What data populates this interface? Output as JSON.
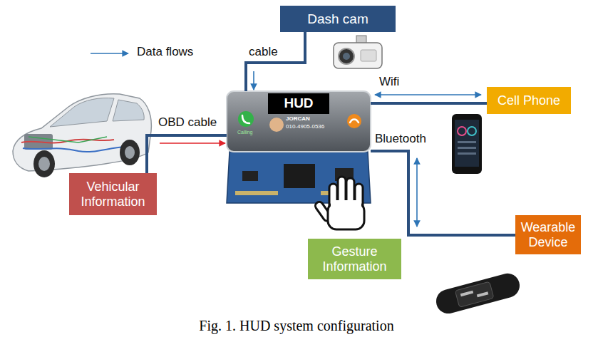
{
  "diagram": {
    "caption": "Fig. 1. HUD system configuration",
    "nodes": [
      {
        "text": [
          "Dash cam"
        ]
      },
      {
        "text": [
          "Cell Phone"
        ]
      },
      {
        "text": [
          "HUD"
        ]
      },
      {
        "text": [
          "Vehicular Information"
        ]
      },
      {
        "text": [
          "Wearable Device"
        ]
      },
      {
        "text": [
          "Gesture Information"
        ]
      }
    ],
    "edges": [
      {
        "from": 0,
        "to": 2,
        "arrow": "to",
        "label": "cable"
      },
      {
        "from": 3,
        "to": 2,
        "arrow": "to",
        "label": "OBD cable"
      },
      {
        "from": 2,
        "to": 1,
        "arrow": "both",
        "label": "Wifi"
      },
      {
        "from": 2,
        "to": 4,
        "arrow": "both",
        "label": "Bluetooth"
      }
    ],
    "labels": [
      "Calling",
      "JORCAN",
      "010-4905-0536"
    ],
    "legend": [
      {
        "text": "Data flows"
      }
    ]
  }
}
